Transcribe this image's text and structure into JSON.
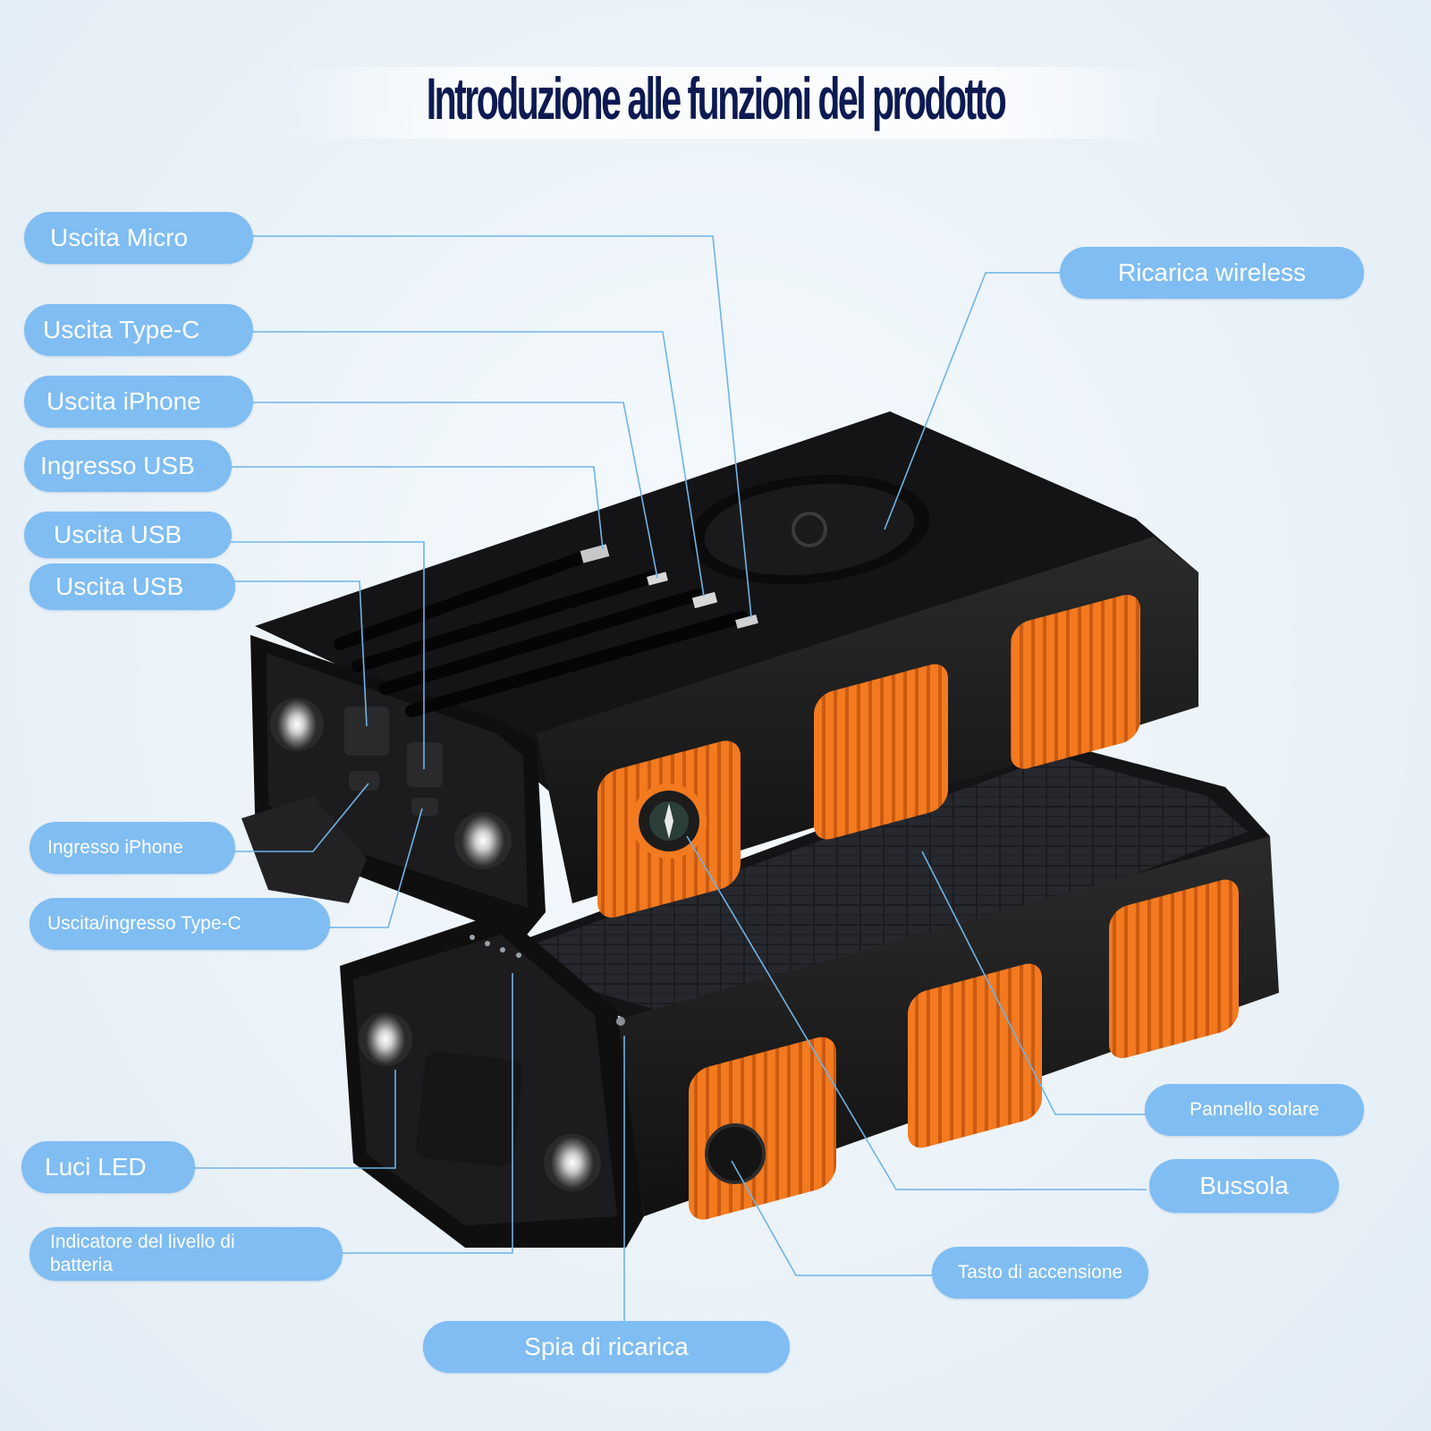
{
  "title": "Introduzione alle funzioni del prodotto",
  "callouts": {
    "uscita_micro": "Uscita Micro",
    "uscita_type_c": "Uscita Type-C",
    "uscita_iphone": "Uscita iPhone",
    "ingresso_usb": "Ingresso USB",
    "uscita_usb_1": "Uscita USB",
    "uscita_usb_2": "Uscita USB",
    "ingresso_iphone": "Ingresso iPhone",
    "uscita_ingresso_type_c": "Uscita/ingresso Type-C",
    "luci_led": "Luci LED",
    "indicatore_batteria": "Indicatore del livello di batteria",
    "spia_ricarica": "Spia di ricarica",
    "ricarica_wireless": "Ricarica wireless",
    "pannello_solare": "Pannello solare",
    "bussola": "Bussola",
    "tasto_accensione": "Tasto di accensione"
  },
  "colors": {
    "callout_fill": "#7fbdf2",
    "leader_line": "#6fb3e6",
    "title_text": "#0d1a52",
    "body_black": "#1a1a1a",
    "accent_orange": "#f47a20"
  }
}
